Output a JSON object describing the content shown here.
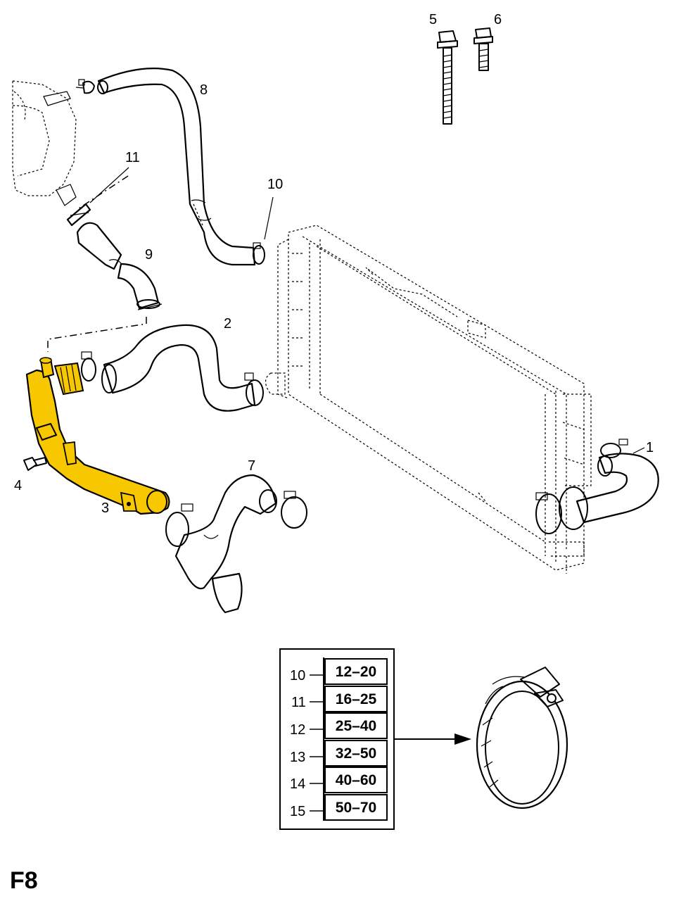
{
  "page_code": "F8",
  "colors": {
    "highlight": "#f7c700",
    "line": "#000000",
    "background": "#ffffff"
  },
  "callouts": {
    "c1": "1",
    "c2": "2",
    "c3": "3",
    "c4": "4",
    "c5": "5",
    "c6": "6",
    "c7": "7",
    "c8": "8",
    "c9": "9",
    "c10": "10",
    "c11": "11"
  },
  "clamp_table": {
    "rows": [
      {
        "num": "10",
        "range": "12–20"
      },
      {
        "num": "11",
        "range": "16–25"
      },
      {
        "num": "12",
        "range": "25–40"
      },
      {
        "num": "13",
        "range": "32–50"
      },
      {
        "num": "14",
        "range": "40–60"
      },
      {
        "num": "15",
        "range": "50–70"
      }
    ]
  },
  "icons": [
    "radiator-icon",
    "hose-icon",
    "coolant-pipe-icon",
    "bolt-icon",
    "hose-clamp-icon",
    "arrow-icon"
  ]
}
